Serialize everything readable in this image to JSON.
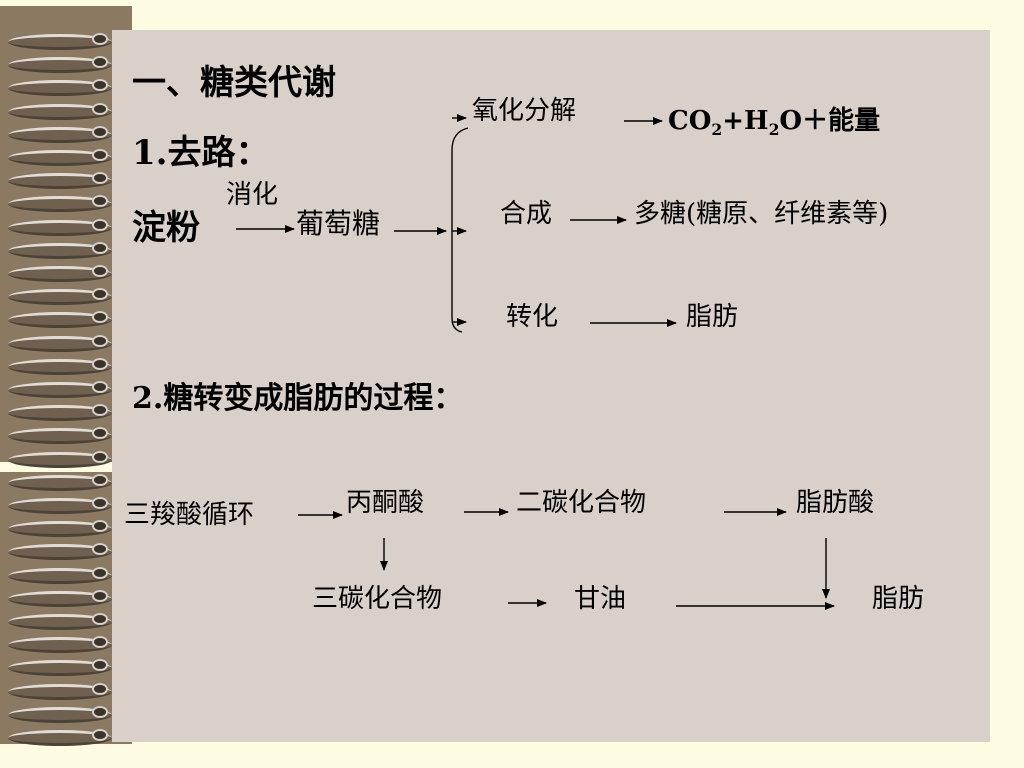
{
  "heading": "一、糖类代谢",
  "section1": {
    "title": "1.去路：",
    "start": "淀粉",
    "digest_label": "消化",
    "glucose": "葡萄糖",
    "branches": {
      "oxidation": {
        "label": "氧化分解",
        "result_prefix": "CO",
        "result_sub1": "2",
        "result_mid": "+H",
        "result_sub2": "2",
        "result_suffix": "O＋能量"
      },
      "synthesis": {
        "label": "合成",
        "result": "多糖(糖原、纤维素等)"
      },
      "conversion": {
        "label": "转化",
        "result": "脂肪"
      }
    }
  },
  "section2": {
    "title": "2.糖转变成脂肪的过程：",
    "tca": "三羧酸循环",
    "pyruvate": "丙酮酸",
    "c2": "二碳化合物",
    "fatty_acid": "脂肪酸",
    "c3": "三碳化合物",
    "glycerol": "甘油",
    "fat": "脂肪"
  }
}
